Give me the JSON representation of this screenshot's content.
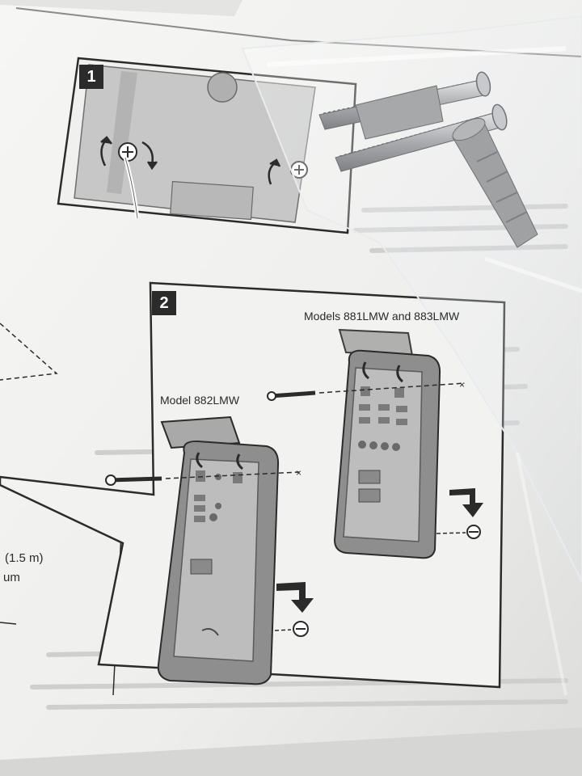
{
  "steps": [
    {
      "number": "1"
    },
    {
      "number": "2"
    }
  ],
  "labels": {
    "models_multi": "Models 881LMW and 883LMW",
    "model_single": "Model 882LMW"
  },
  "measurement": {
    "line1": "(1.5 m)",
    "line2": "um"
  },
  "colors": {
    "paper": "#f3f3f1",
    "ink": "#2b2b2b",
    "device_body": "#8e8e8e",
    "device_face": "#bdbdbd",
    "screw": "#b7b9bc",
    "anchor": "#9fa1a3"
  }
}
